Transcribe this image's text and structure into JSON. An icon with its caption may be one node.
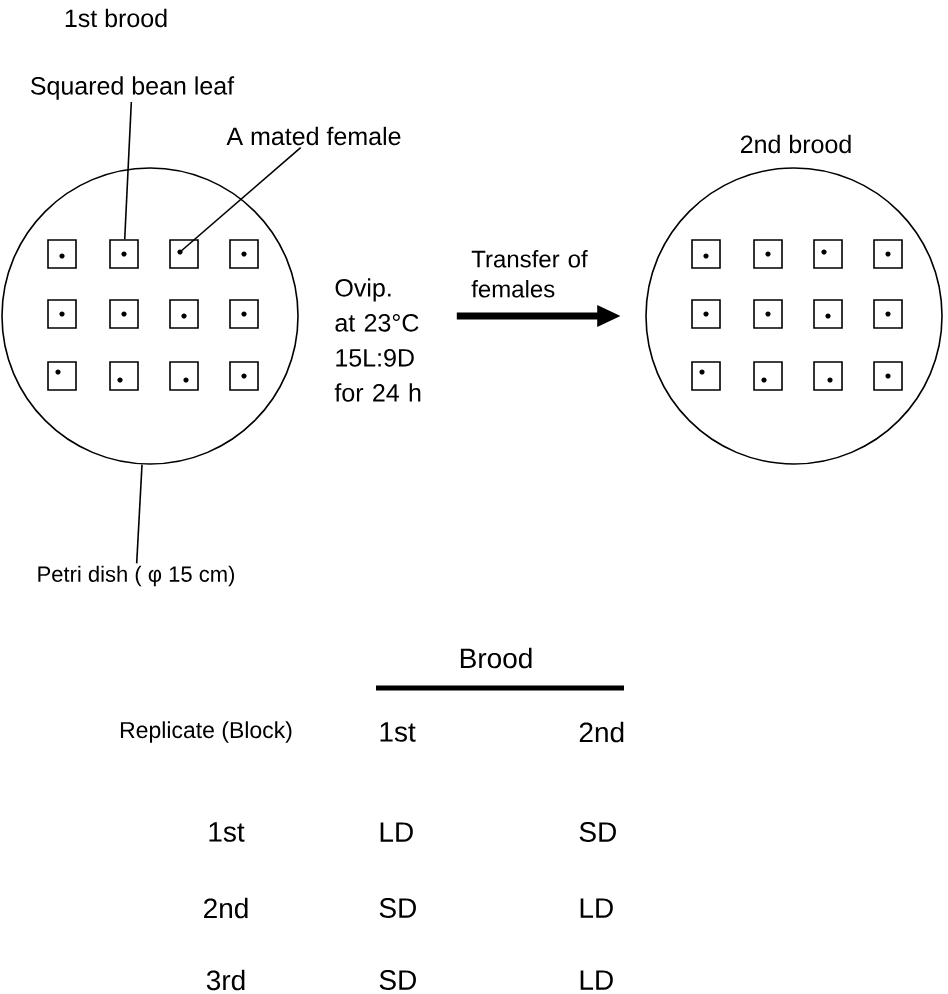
{
  "diagram": {
    "nodes": [
      {
        "text": [],
        "shape": "circle"
      },
      {
        "text": [
          "Squared bean leaf"
        ]
      },
      {
        "text": [
          "A mated female"
        ]
      },
      {
        "text": [],
        "shape": "box",
        "in": 0
      },
      {
        "text": [],
        "shape": "box",
        "in": 0
      },
      {
        "text": [],
        "shape": "box",
        "in": 0
      },
      {
        "text": [],
        "shape": "box",
        "in": 0
      },
      {
        "text": [],
        "shape": "box",
        "in": 0
      },
      {
        "text": [],
        "shape": "box",
        "in": 0
      },
      {
        "text": [],
        "shape": "box",
        "in": 0
      },
      {
        "text": [],
        "shape": "box",
        "in": 0
      },
      {
        "text": [],
        "shape": "box",
        "in": 0
      },
      {
        "text": [],
        "shape": "box",
        "in": 0
      },
      {
        "text": [],
        "shape": "box",
        "in": 0
      },
      {
        "text": [],
        "shape": "box",
        "in": 0
      },
      {
        "text": [
          "Ovip. at 23°C 15L:9D for 24 h"
        ]
      },
      {
        "text": [
          "Petri dish ( φ 15 cm)"
        ]
      },
      {
        "text": [],
        "shape": "circle"
      },
      {
        "text": [],
        "shape": "box",
        "in": 17
      },
      {
        "text": [],
        "shape": "box",
        "in": 17
      },
      {
        "text": [],
        "shape": "box",
        "in": 17
      },
      {
        "text": [],
        "shape": "box",
        "in": 17
      },
      {
        "text": [],
        "shape": "box",
        "in": 17
      },
      {
        "text": [],
        "shape": "box",
        "in": 17
      },
      {
        "text": [],
        "shape": "box",
        "in": 17
      },
      {
        "text": [],
        "shape": "box",
        "in": 17
      },
      {
        "text": [],
        "shape": "box",
        "in": 17
      },
      {
        "text": [],
        "shape": "box",
        "in": 17
      },
      {
        "text": [],
        "shape": "box",
        "in": 17
      },
      {
        "text": [],
        "shape": "box",
        "in": 17
      }
    ],
    "edges": [
      {
        "from": 1,
        "to": 4,
        "arrow": "none"
      },
      {
        "from": 2,
        "to": 5,
        "arrow": "none"
      },
      {
        "from": 16,
        "to": 0,
        "arrow": "none"
      },
      {
        "from": 15,
        "to": 17,
        "arrow": "to",
        "label": "Transfer of females",
        "style": "thick"
      }
    ],
    "labels": [
      "1st brood",
      "2nd brood",
      "Brood",
      "Replicate (Block)",
      "1st",
      "2nd",
      "1st",
      "LD",
      "SD",
      "2nd",
      "SD",
      "LD",
      "3rd",
      "SD",
      "LD"
    ]
  }
}
